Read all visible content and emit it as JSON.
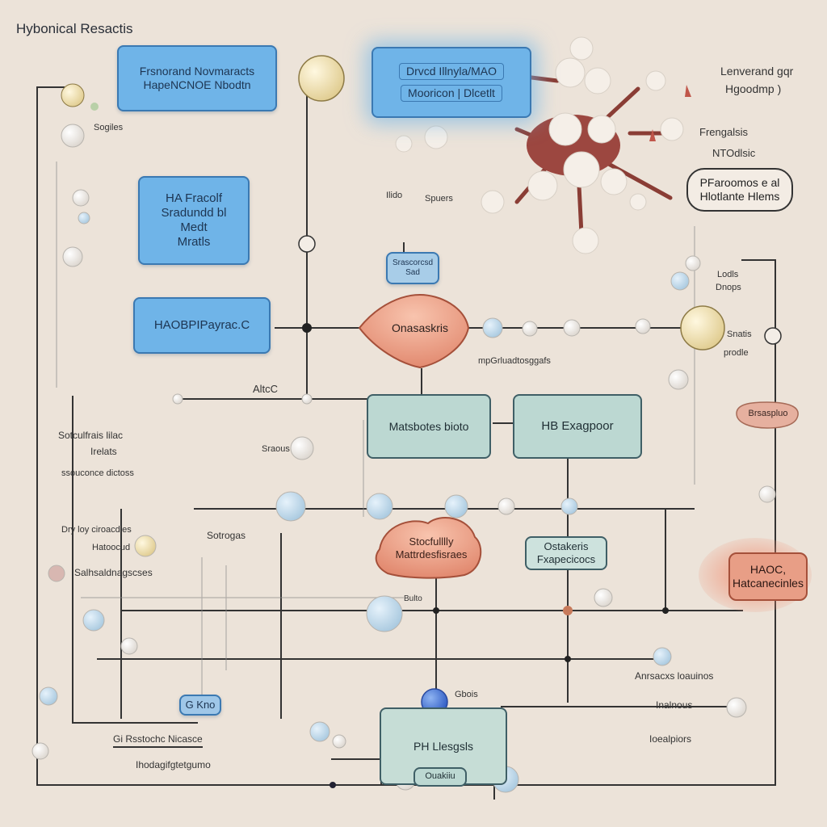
{
  "title": "Hybonical Resactis",
  "colors": {
    "background": "#ece3d9",
    "blue_fill": "#6fb4e8",
    "blue_border": "#3b79b2",
    "salmon_fill": "#ea9b83",
    "salmon_border": "#b5573f",
    "green_fill": "#bcd8d2",
    "molecule_node": "#f5efe8",
    "molecule_stick": "#8a3d35"
  },
  "boxes": {
    "box1": [
      "Frsnorand Novmaracts",
      "HapeNCNOE Nbodtn"
    ],
    "box2": [
      "HA Fracolf",
      "Sradundd bl",
      "Medt",
      "Mratls"
    ],
    "box3": [
      "HAOBPIPayrac.C"
    ],
    "box4": [
      "Drvcd Illnyla/MAO",
      "Mooricon | Dlcetlt"
    ],
    "diamond1": "Onasaskris",
    "green1": "Matsbotes bioto",
    "green2": "HB Exagpoor",
    "cloud1": [
      "Stocfulllly",
      "Mattrdesfisraes"
    ],
    "cbox": [
      "Ostakeris",
      "Fxapecicocs"
    ],
    "small1": [
      "Srascorcsd",
      "Sad"
    ],
    "bottom_green": "PH Llesgsls",
    "bottom_small": "Ouakiiu",
    "left_box": "G Kno",
    "right_pill": "Brsaspluo",
    "right_rect": [
      "HAOC,",
      "Hatcanecinles"
    ],
    "right_oval": [
      "PFaroomos e al",
      "Hlotlante Hlems"
    ]
  },
  "labels": {
    "l_top_right_1": "Lenverand gqr",
    "l_top_right_2": "Hgoodmp )",
    "l_right_2a": "Frengalsis",
    "l_right_2b": "NTOdlsic",
    "l_left_1": "Sogiles",
    "l_center_1": "Ilido",
    "l_center_2": "Spuers",
    "l_right_3a": "Lodls",
    "l_right_3b": "Dnops",
    "l_right_4a": "Snatis",
    "l_right_4b": "prodle",
    "l_center_3": "mpGrluadtosggafs",
    "l_mid_1": "AltcC",
    "l_left_2a": "Sotculfrais lilac",
    "l_left_2b": "Irelats",
    "l_left_2c": "ssouconce dictoss",
    "l_mid_2": "Sraous",
    "l_left_3a": "Dry loy ciroacdies",
    "l_left_3b": "Hatoocud",
    "l_left_3c": "Salhsaldnagscses",
    "l_mid_3": "Sotrogas",
    "l_mid_4": "Bulto",
    "l_right_5a": "Anrsacxs loauinos",
    "l_right_5b": "Inalnous",
    "l_right_5c": "Ioealpiors",
    "l_bottom_1": "Gbois",
    "l_bottom_left_1": "Gi Rsstochc Nicasce",
    "l_bottom_left_2": "Ihodagifgtetgumo"
  }
}
